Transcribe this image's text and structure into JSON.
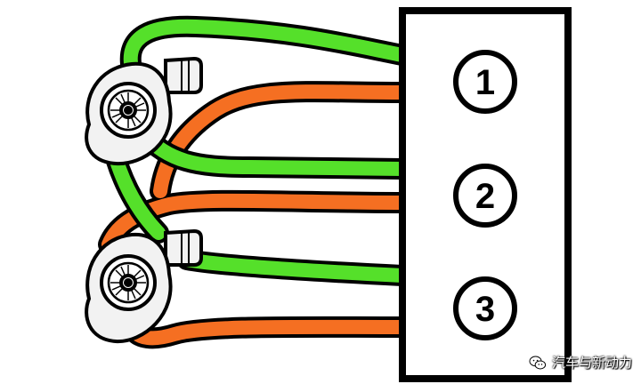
{
  "diagram": {
    "cylinders": [
      {
        "label": "1"
      },
      {
        "label": "2"
      },
      {
        "label": "3"
      }
    ],
    "turbochargers": [
      {
        "id": "upper-turbo"
      },
      {
        "id": "lower-turbo"
      }
    ],
    "colors": {
      "intake_green": "#55e02a",
      "exhaust_orange": "#f56f22",
      "outline": "#000000",
      "turbo_fill": "#f2f2f2"
    }
  },
  "watermark": {
    "text": "汽车与新动力",
    "icon": "wechat-icon"
  }
}
